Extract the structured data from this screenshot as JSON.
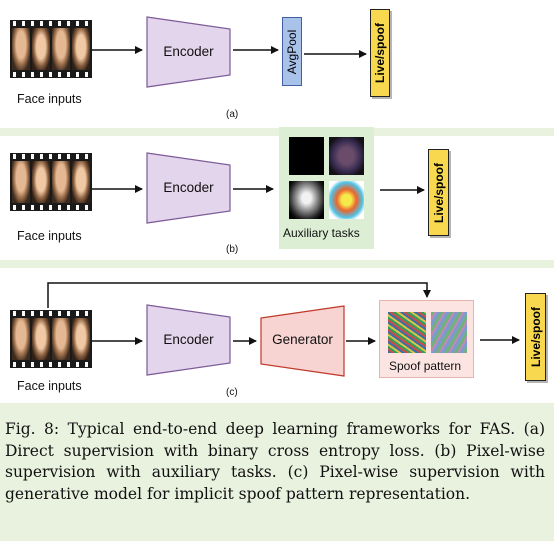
{
  "panel_a": {
    "inputs_label": "Face inputs",
    "encoder": "Encoder",
    "pool": "AvgPool",
    "output": "Live/spoof",
    "tag": "(a)"
  },
  "panel_b": {
    "inputs_label": "Face inputs",
    "encoder": "Encoder",
    "aux_label": "Auxiliary tasks",
    "output": "Live/spoof",
    "tag": "(b)",
    "aux_maps": [
      "black map",
      "face texture map",
      "grayscale depth map",
      "rainbow normal map"
    ]
  },
  "panel_c": {
    "inputs_label": "Face inputs",
    "encoder": "Encoder",
    "generator": "Generator",
    "pattern_label": "Spoof pattern",
    "output": "Live/spoof",
    "tag": "(c)",
    "pattern_maps": [
      "noisy spoof texture 1",
      "noisy spoof texture 2"
    ]
  },
  "colors": {
    "background": "#e9f1df",
    "encoder_fill": "#e3d5ec",
    "encoder_border": "#7d5a98",
    "generator_fill": "#f7d3d1",
    "generator_border": "#c0392b",
    "avgpool_fill": "#a9c2ea",
    "live_fill": "#f7d84f",
    "aux_panel": "#dceed4",
    "spoof_panel": "#fbe4e2"
  },
  "caption": "Fig. 8: Typical end-to-end deep learning frameworks for FAS. (a) Direct supervision with binary cross entropy loss. (b) Pixel-wise supervision with auxiliary tasks. (c) Pixel-wise supervision with generative model for implicit spoof pattern representation."
}
